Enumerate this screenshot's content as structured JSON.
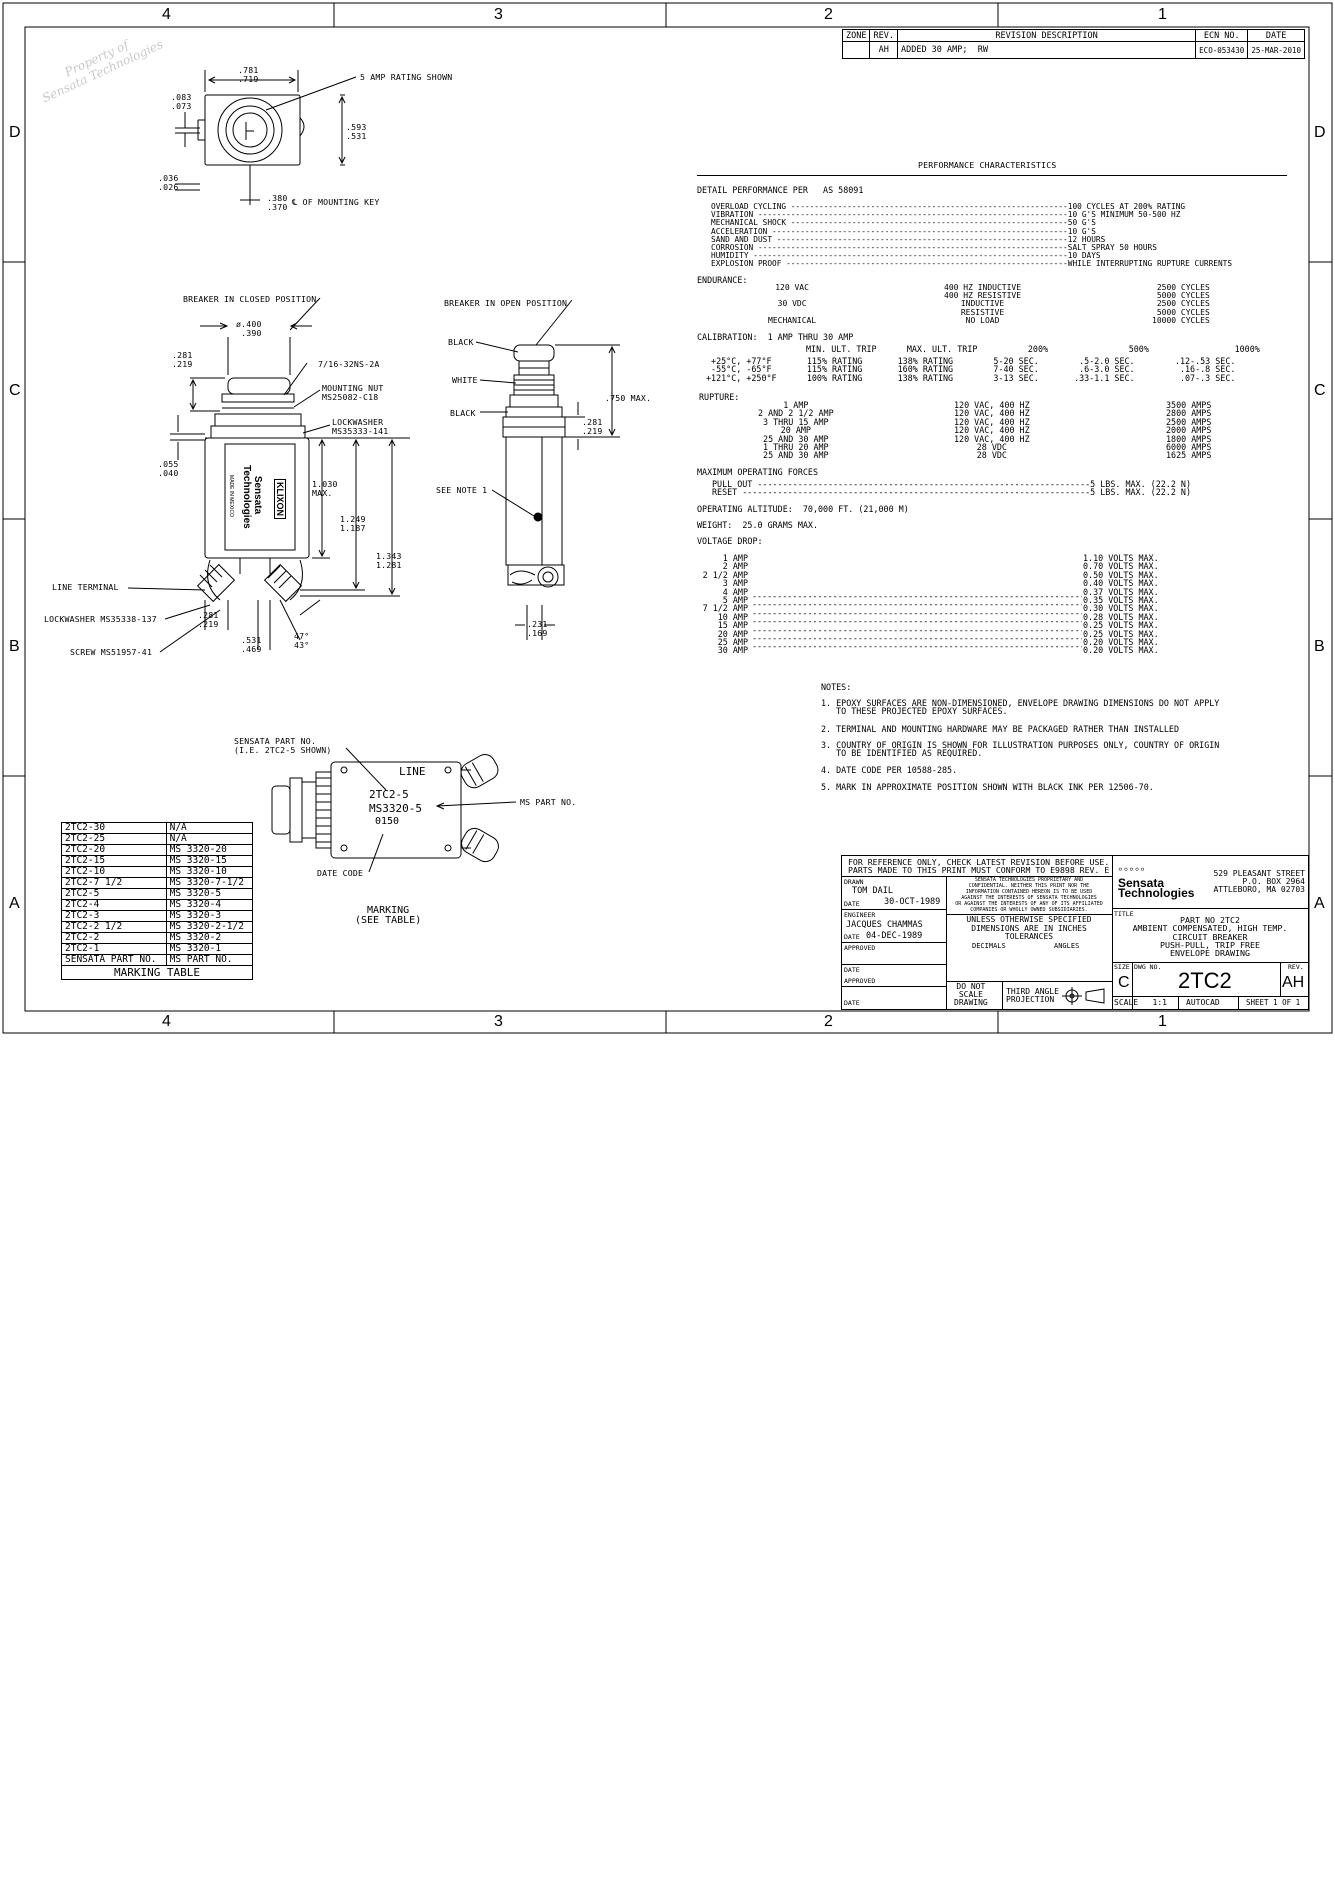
{
  "border": {
    "cols": [
      "4",
      "3",
      "2",
      "1"
    ],
    "rows": [
      "D",
      "C",
      "B",
      "A"
    ]
  },
  "watermark": "Property of\nSensata Technologies",
  "revision": {
    "headers": [
      "ZONE",
      "REV.",
      "REVISION DESCRIPTION",
      "ECN NO.",
      "DATE"
    ],
    "row": [
      "",
      "AH",
      "ADDED 30 AMP;  RW",
      "ECO-053430",
      "25-MAR-2010"
    ]
  },
  "top_view": {
    "rating_note": "5 AMP RATING SHOWN",
    "dim_width": ".781\n.719",
    "dim_left": ".083\n.073",
    "dim_height": ".593\n.531",
    "dim_bottom": ".036\n.026",
    "dim_key": ".380\n.370",
    "key_note": "℄ OF MOUNTING KEY"
  },
  "closed_view": {
    "title": "BREAKER IN CLOSED POSITION",
    "dia": "ø.400\n .390",
    "dim_281": ".281\n.219",
    "thread": "7/16-32NS-2A",
    "nut": "MOUNTING NUT\nMS25082-C18",
    "lockwasher": "LOCKWASHER\nMS35333-141",
    "dim_055": ".055\n.040",
    "dim_1030": "1.030\nMAX.",
    "dim_1249": "1.249\n1.187",
    "dim_1343": "1.343\n1.281",
    "line_terminal": "LINE TERMINAL",
    "lockwasher2": "LOCKWASHER MS35338-137",
    "screw": "SCREW MS51957-41",
    "dim_281b": ".281\n.219",
    "dim_531": ".531\n.469",
    "angle": "47°\n43°",
    "label_brand": "Sensata\nTechnologies",
    "label_made": "MADE IN MEXICO",
    "label_klixon": "KLIXON"
  },
  "open_view": {
    "title": "BREAKER IN OPEN POSITION",
    "black1": "BLACK",
    "white": "WHITE",
    "black2": "BLACK",
    "dim_750": ".750 MAX.",
    "dim_281": ".281\n.219",
    "see_note": "SEE NOTE 1",
    "dim_231": ".231\n.169"
  },
  "marking_view": {
    "part_no": "SENSATA PART NO.\n(I.E. 2TC2-5 SHOWN)",
    "line": "LINE",
    "part": "2TC2-5",
    "ms": "MS3320-5",
    "code": "0150",
    "ms_part": "MS PART NO.",
    "date_code": "DATE CODE",
    "caption": "MARKING\n(SEE TABLE)"
  },
  "marking_table": {
    "rows": [
      [
        "2TC2-30",
        "N/A"
      ],
      [
        "2TC2-25",
        "N/A"
      ],
      [
        "2TC2-20",
        "MS 3320-20"
      ],
      [
        "2TC2-15",
        "MS 3320-15"
      ],
      [
        "2TC2-10",
        "MS 3320-10"
      ],
      [
        "2TC2-7 1/2",
        "MS 3320-7-1/2"
      ],
      [
        "2TC2-5",
        "MS 3320-5"
      ],
      [
        "2TC2-4",
        "MS 3320-4"
      ],
      [
        "2TC2-3",
        "MS 3320-3"
      ],
      [
        "2TC2-2 1/2",
        "MS 3320-2-1/2"
      ],
      [
        "2TC2-2",
        "MS 3320-2"
      ],
      [
        "2TC2-1",
        "MS 3320-1"
      ]
    ],
    "head": [
      "SENSATA PART NO.",
      "MS PART NO."
    ],
    "caption": "MARKING TABLE"
  },
  "performance": {
    "title": "PERFORMANCE CHARACTERISTICS",
    "detail": "DETAIL PERFORMANCE PER   AS 58091",
    "tests": "OVERLOAD CYCLING -----------------------------------------------------------100 CYCLES AT 200% RATING\nVIBRATION ------------------------------------------------------------------10 G'S MINIMUM 50-500 HZ\nMECHANICAL SHOCK -----------------------------------------------------------50 G'S\nACCELERATION ---------------------------------------------------------------10 G'S\nSAND AND DUST --------------------------------------------------------------12 HOURS\nCORROSION ------------------------------------------------------------------SALT SPRAY 50 HOURS\nHUMIDITY -------------------------------------------------------------------10 DAYS\nEXPLOSION PROOF ------------------------------------------------------------WHILE INTERRUPTING RUPTURE CURRENTS",
    "endurance_label": "ENDURANCE:",
    "endurance_left": "120 VAC\n\n30 VDC\n\nMECHANICAL",
    "endurance_mid": "400 HZ INDUCTIVE\n400 HZ RESISTIVE\nINDUCTIVE\nRESISTIVE\nNO LOAD",
    "endurance_right": "2500 CYCLES\n5000 CYCLES\n2500 CYCLES\n5000 CYCLES\n10000 CYCLES",
    "calibration_label": "CALIBRATION:  1 AMP THRU 30 AMP",
    "calibration_head": "MIN. ULT. TRIP      MAX. ULT. TRIP          200%                500%                 1000%",
    "calibration_rows": "+25°C, +77°F       115% RATING       138% RATING        5-20 SEC.        .5-2.0 SEC.        .12-.53 SEC.\n-55°C, -65°F       115% RATING       160% RATING        7-40 SEC.        .6-3.0 SEC.         .16-.8 SEC.\n+121°C, +250°F      100% RATING       138% RATING        3-13 SEC.       .33-1.1 SEC.         .07-.3 SEC.",
    "rupture_label": "RUPTURE:",
    "rupture_left": "1 AMP\n2 AND 2 1/2 AMP\n3 THRU 15 AMP\n20 AMP\n25 AND 30 AMP\n1 THRU 20 AMP\n25 AND 30 AMP",
    "rupture_mid": "120 VAC, 400 HZ\n120 VAC, 400 HZ\n120 VAC, 400 HZ\n120 VAC, 400 HZ\n120 VAC, 400 HZ\n28 VDC\n28 VDC",
    "rupture_right": "3500 AMPS\n2800 AMPS\n2500 AMPS\n2000 AMPS\n1800 AMPS\n6000 AMPS\n1625 AMPS",
    "forces_label": "MAXIMUM OPERATING FORCES",
    "forces": "PULL OUT ------------------------------------------------------------------5 LBS. MAX. (22.2 N)\nRESET ---------------------------------------------------------------------5 LBS. MAX. (22.2 N)",
    "altitude": "OPERATING ALTITUDE:  70,000 FT. (21,000 M)",
    "weight": "WEIGHT:  25.0 GRAMS MAX.",
    "vdrop_label": "VOLTAGE DROP:",
    "vdrop_left": "1 AMP\n2 AMP\n2 1/2 AMP\n3 AMP\n4 AMP\n5 AMP\n7 1/2 AMP\n10 AMP\n15 AMP\n20 AMP\n25 AMP\n30 AMP",
    "vdrop_right": "1.10 VOLTS MAX.\n0.70 VOLTS MAX.\n0.50 VOLTS MAX.\n0.40 VOLTS MAX.\n0.37 VOLTS MAX.\n0.35 VOLTS MAX.\n0.30 VOLTS MAX.\n0.28 VOLTS MAX.\n0.25 VOLTS MAX.\n0.25 VOLTS MAX.\n0.20 VOLTS MAX.\n0.20 VOLTS MAX."
  },
  "notes": {
    "title": "NOTES:",
    "items": [
      "1. EPOXY SURFACES ARE NON-DIMENSIONED, ENVELOPE DRAWING DIMENSIONS DO NOT APPLY\n   TO THESE PROJECTED EPOXY SURFACES.",
      "2. TERMINAL AND MOUNTING HARDWARE MAY BE PACKAGED RATHER THAN INSTALLED",
      "3. COUNTRY OF ORIGIN IS SHOWN FOR ILLUSTRATION PURPOSES ONLY, COUNTRY OF ORIGIN\n   TO BE IDENTIFIED AS REQUIRED.",
      "4. DATE CODE PER 10588-285.",
      "5. MARK IN APPROXIMATE POSITION SHOWN WITH BLACK INK PER 12506-70."
    ]
  },
  "title_block": {
    "reference": "FOR REFERENCE ONLY, CHECK LATEST REVISION BEFORE USE.\nPARTS MADE TO THIS PRINT MUST CONFORM TO E9898 REV. E",
    "drawn_label": "DRAWN",
    "drawn_by": "TOM DAIL",
    "date_label": "DATE",
    "drawn_date": "30-OCT-1989",
    "engineer_label": "ENGINEER",
    "engineer": "JACQUES CHAMMAS",
    "eng_date": "04-DEC-1989",
    "approved_label": "APPROVED",
    "proprietary": "SENSATA TECHNOLOGIES PROPRIETARY AND\nCONFIDENTIAL. NEITHER THIS PRINT NOR THE\nINFORMATION CONTAINED HEREON IS TO BE USED\nAGAINST THE INTERESTS OF SENSATA TECHNOLOGIES\nOR AGAINST THE INTERESTS OF ANY OF ITS AFFILIATED\nCOMPANIES OR WHOLLY OWNED SUBSIDIARIES.",
    "unless": "UNLESS OTHERWISE SPECIFIED\nDIMENSIONS ARE IN INCHES\nTOLERANCES",
    "decimals": "DECIMALS",
    "angles": "ANGLES",
    "do_not_scale": "DO NOT\nSCALE\nDRAWING",
    "projection": "THIRD ANGLE\nPROJECTION",
    "company": "Sensata\nTechnologies",
    "address": "529 PLEASANT STREET\nP.O. BOX 2964\nATTLEBORO, MA 02703",
    "title_label": "TITLE",
    "title": "PART NO 2TC2\nAMBIENT COMPENSATED, HIGH TEMP.\nCIRCUIT BREAKER\nPUSH-PULL, TRIP FREE\nENVELOPE DRAWING",
    "size_label": "SIZE",
    "size": "C",
    "dwg_label": "DWG NO.",
    "dwg": "2TC2",
    "rev_label": "REV.",
    "rev": "AH",
    "scale": "SCALE   1:1",
    "cad": "AUTOCAD",
    "sheet": "SHEET 1 OF 1"
  }
}
